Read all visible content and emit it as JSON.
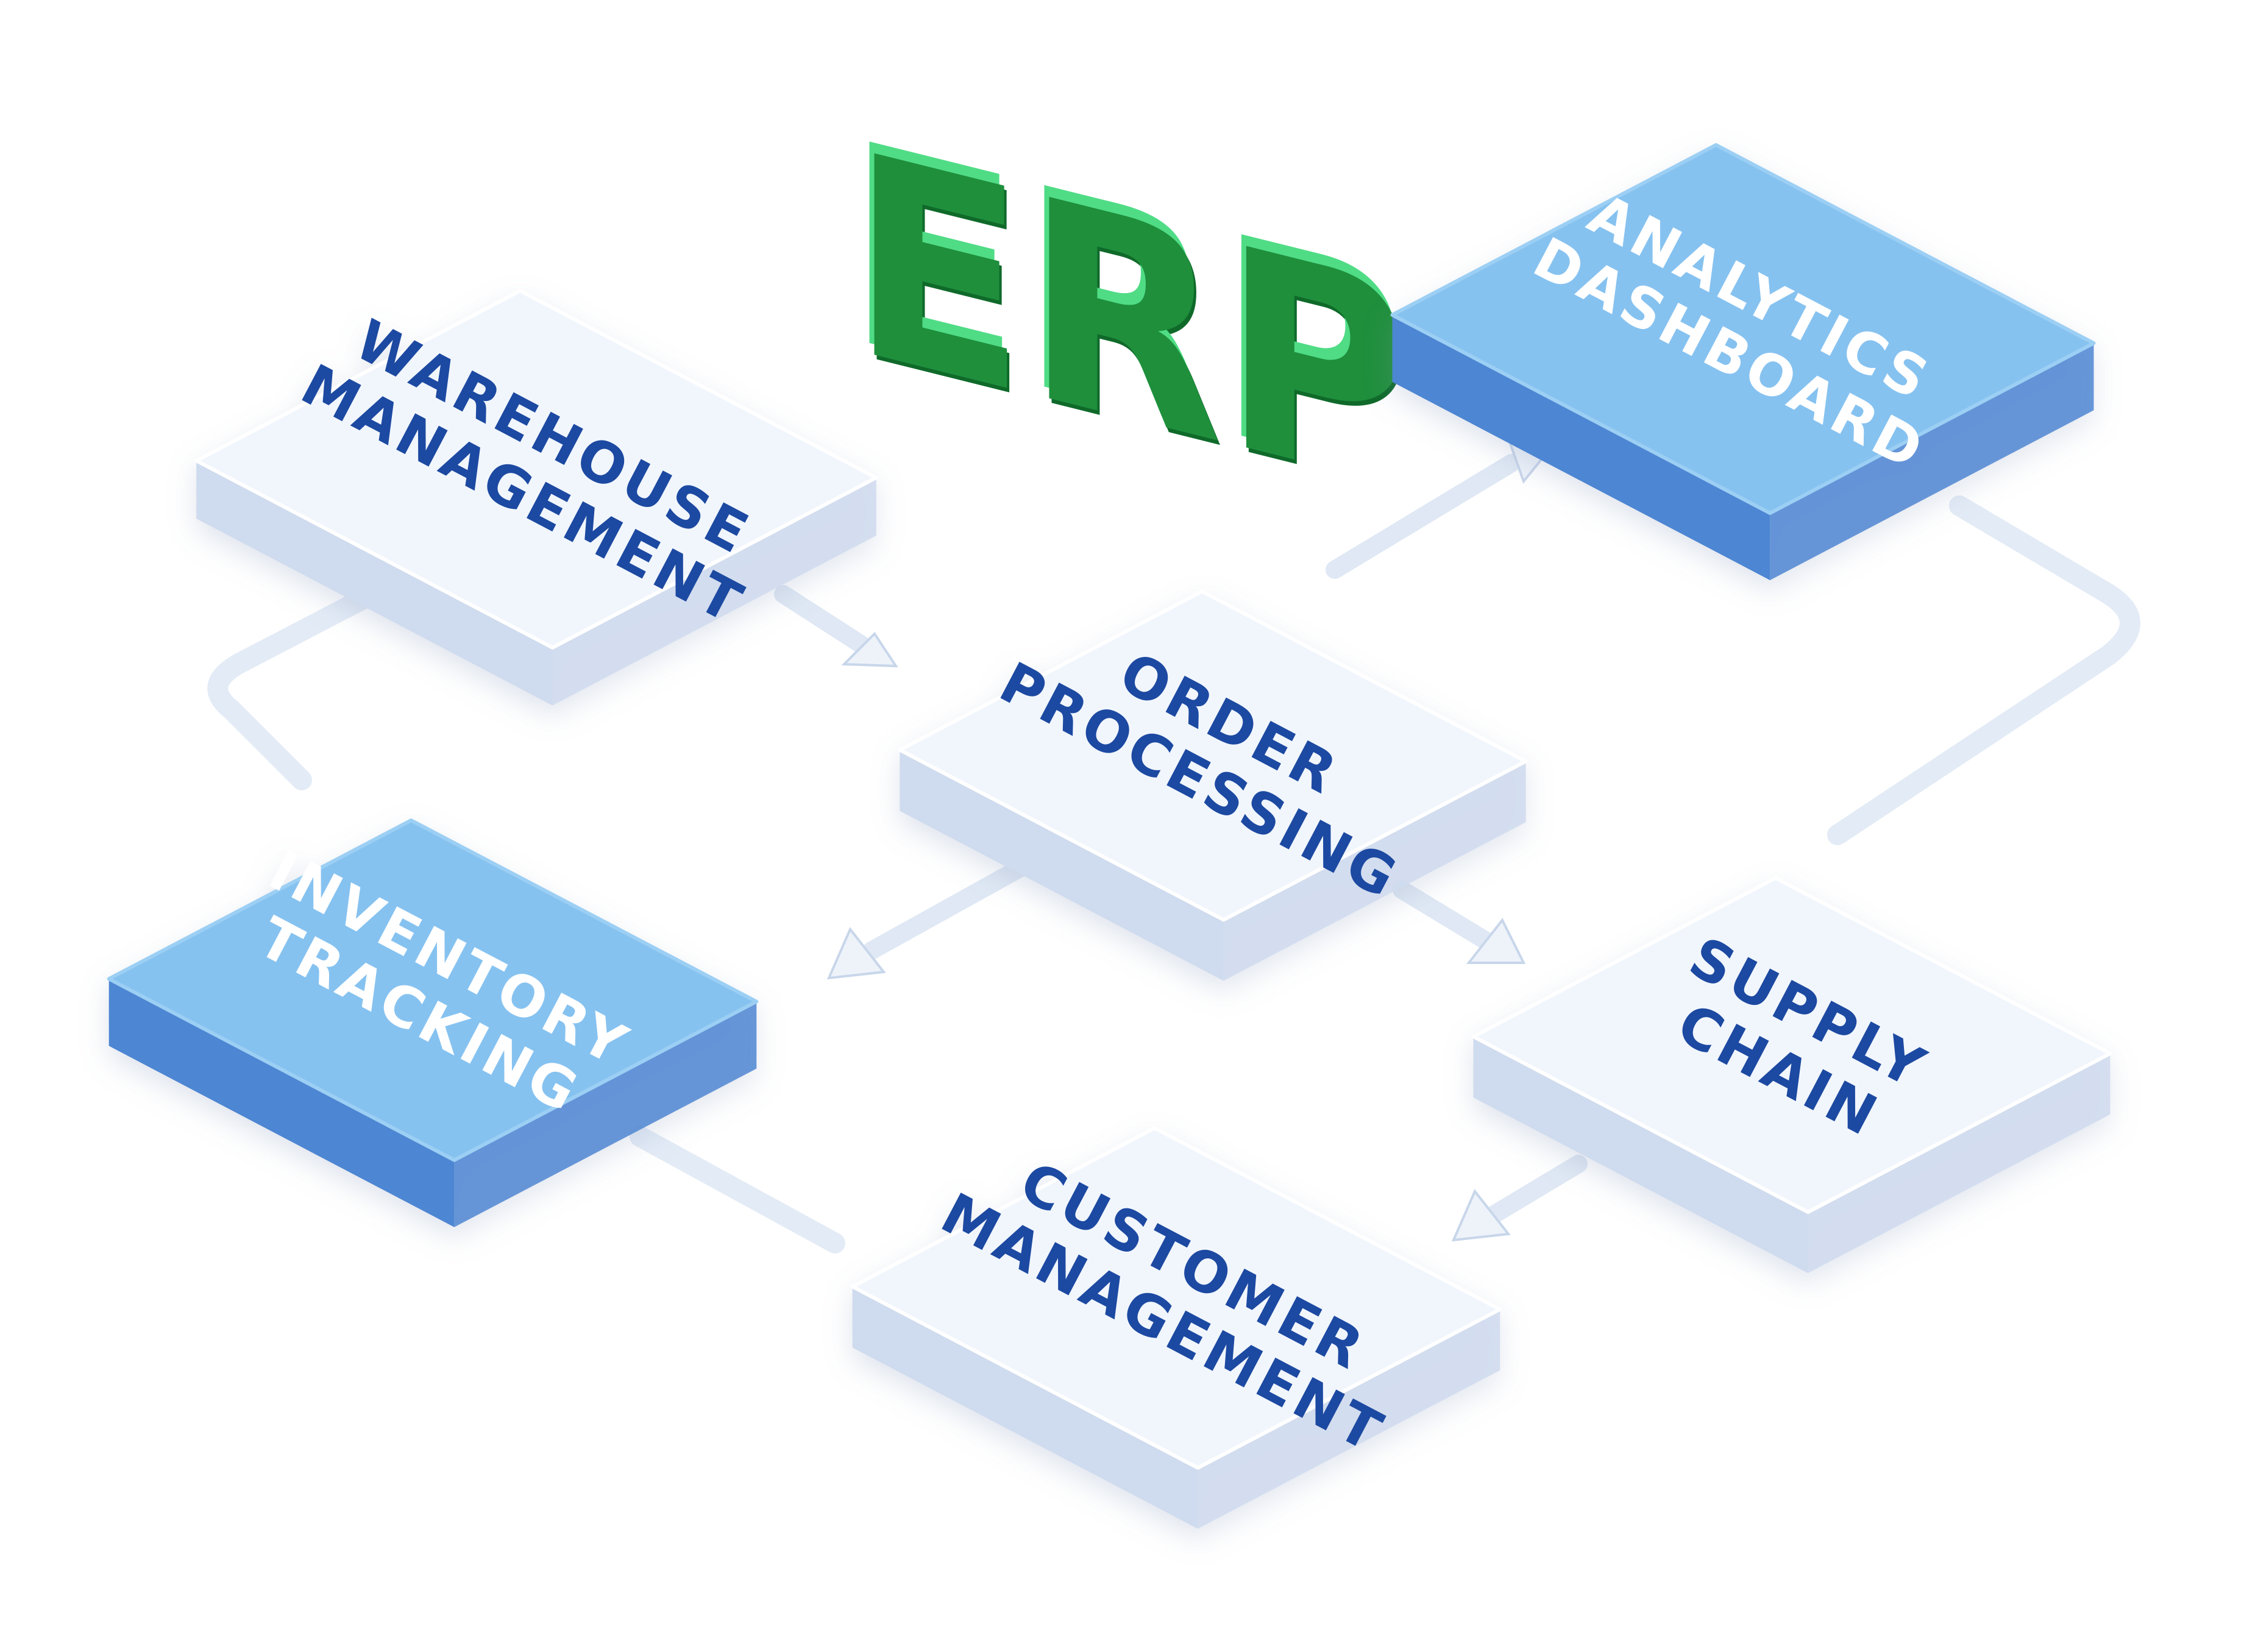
{
  "logo": {
    "text": "ERP",
    "colors": {
      "front": "#1f8f3c",
      "side": "#0f6a2a",
      "top": "#4fdc85"
    }
  },
  "colors": {
    "light_top": "#f1f6fd",
    "light_side": "#cfdbee",
    "light_text": "#1f4aa1",
    "blue_top": "#86c2f0",
    "blue_side": "#4d86d2",
    "blue_text": "#ffffff",
    "connector": "#dfe8f4"
  },
  "modules": [
    {
      "id": "warehouse",
      "lines": [
        "WAREHOUSE",
        "MANAGEMENT"
      ],
      "style": "light"
    },
    {
      "id": "inventory",
      "lines": [
        "INVENTORY",
        "TRACKING"
      ],
      "style": "blue"
    },
    {
      "id": "order",
      "lines": [
        "ORDER",
        "PROCESSING"
      ],
      "style": "light"
    },
    {
      "id": "analytics",
      "lines": [
        "ANALYTICS",
        "DASHBOARD"
      ],
      "style": "blue"
    },
    {
      "id": "supply",
      "lines": [
        "SUPPLY",
        "CHAIN"
      ],
      "style": "light"
    },
    {
      "id": "customer",
      "lines": [
        "CUSTOMER",
        "MANAGEMENT"
      ],
      "style": "light"
    }
  ],
  "connections": [
    {
      "from": "warehouse",
      "to": "order"
    },
    {
      "from": "order",
      "to": "analytics"
    },
    {
      "from": "order",
      "to": "inventory"
    },
    {
      "from": "order",
      "to": "supply"
    },
    {
      "from": "supply",
      "to": "customer"
    },
    {
      "from": "warehouse",
      "to": "inventory"
    },
    {
      "from": "analytics",
      "to": "supply"
    },
    {
      "from": "inventory",
      "to": "customer"
    }
  ]
}
